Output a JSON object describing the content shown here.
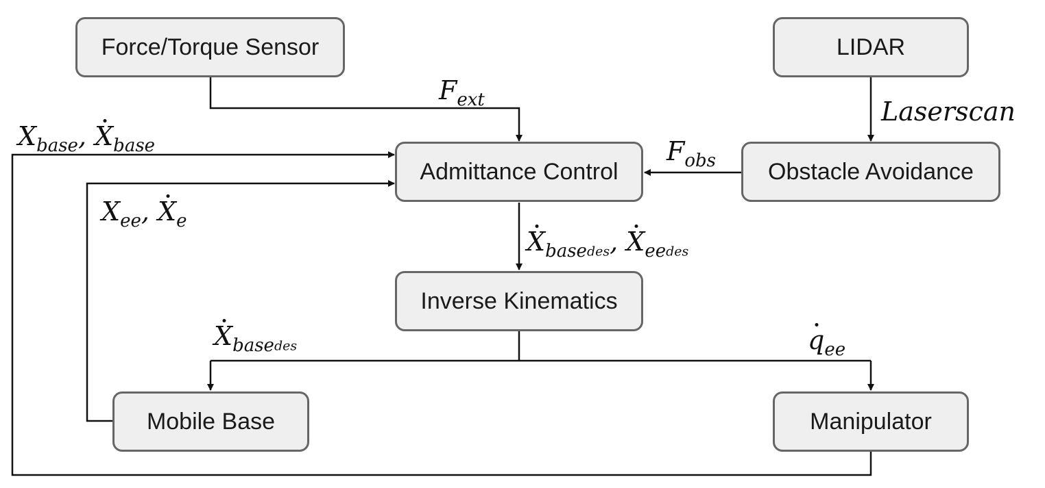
{
  "blocks": {
    "force_torque_sensor": "Force/Torque Sensor",
    "lidar": "LIDAR",
    "admittance_control": "Admittance Control",
    "obstacle_avoidance": "Obstacle Avoidance",
    "inverse_kinematics": "Inverse Kinematics",
    "mobile_base": "Mobile Base",
    "manipulator": "Manipulator"
  },
  "signals": {
    "f_ext": {
      "sym": "F",
      "sub": "ext"
    },
    "laserscan": "Laserscan",
    "f_obs": {
      "sym": "F",
      "sub": "obs"
    },
    "base_state": {
      "sym": "X",
      "sub": "base",
      "sep": ", "
    },
    "ee_state": {
      "sym": "X",
      "sub1": "ee",
      "sub2": "e",
      "sep": ", "
    },
    "des_velocities": {
      "sym": "X",
      "sub1": "base",
      "sub2": "ee",
      "subsub": "des",
      "sep": ", "
    },
    "base_des": {
      "sym": "X",
      "sub": "base",
      "subsub": "des"
    },
    "q_ee": {
      "sym": "q",
      "sub": "ee"
    }
  },
  "colors": {
    "box_fill": "#efefef",
    "box_border": "#666666",
    "line": "#111111"
  }
}
